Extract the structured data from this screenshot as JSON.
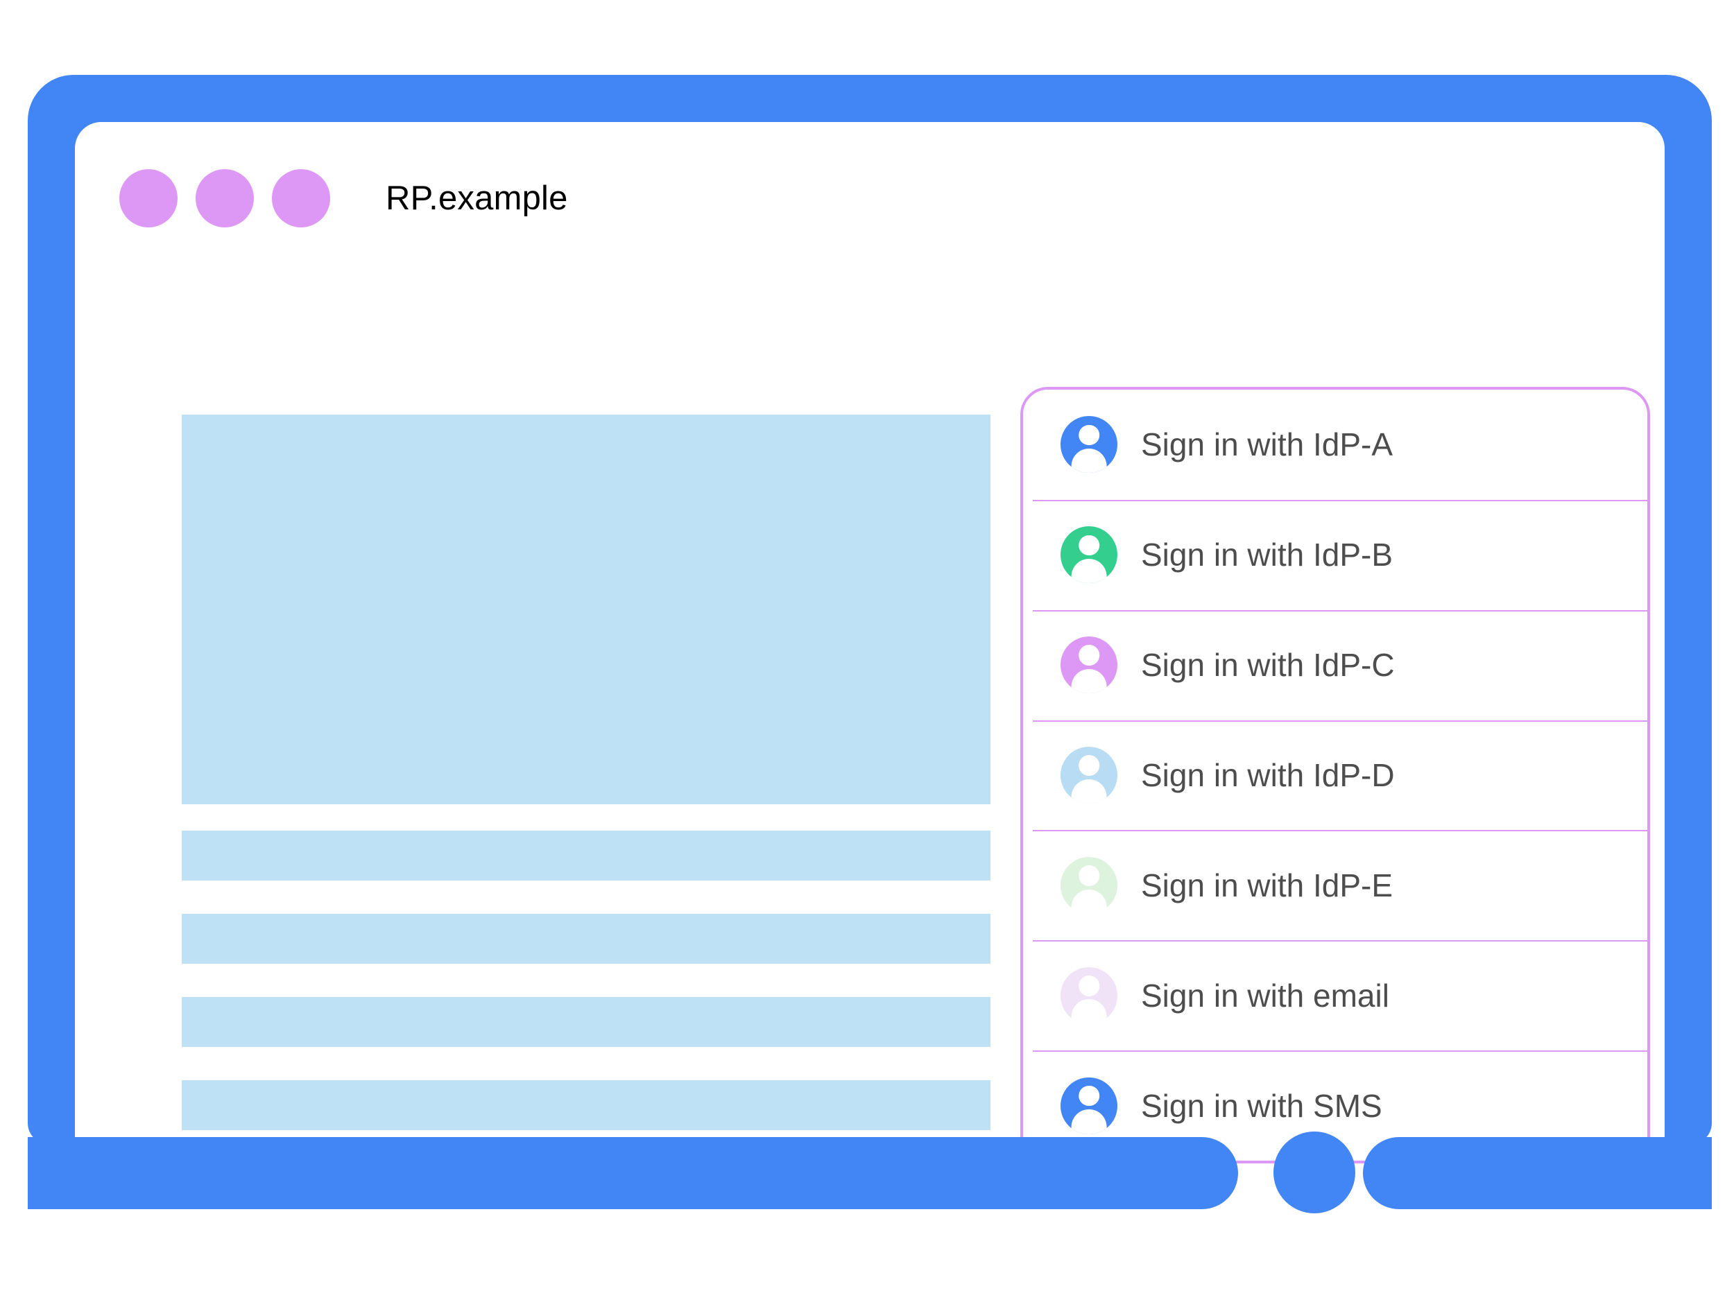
{
  "window": {
    "title": "RP.example",
    "frame_color": "#4285f4",
    "dot_color": "#dd98f5",
    "dots": [
      "window-dot-1",
      "window-dot-2",
      "window-dot-3"
    ],
    "home_button_label": "home-button"
  },
  "content_placeholders": [
    {
      "name": "hero-placeholder",
      "kind": "hero",
      "color": "#bfe1f6"
    },
    {
      "name": "text-placeholder-1",
      "kind": "bar",
      "color": "#bfe1f6"
    },
    {
      "name": "text-placeholder-2",
      "kind": "bar",
      "color": "#bfe1f6"
    },
    {
      "name": "text-placeholder-3",
      "kind": "bar",
      "color": "#bfe1f6"
    },
    {
      "name": "text-placeholder-4",
      "kind": "bar",
      "color": "#bfe1f6"
    }
  ],
  "chooser": {
    "border_color": "#dd98f5",
    "divider_color": "#dd98f5",
    "label_color": "#4d4d4d",
    "accounts": [
      {
        "label": "Sign in with IdP-A",
        "icon": "account-avatar-icon",
        "color": "#4285f4"
      },
      {
        "label": "Sign in with IdP-B",
        "icon": "account-avatar-icon",
        "color": "#34ce8f"
      },
      {
        "label": "Sign in with IdP-C",
        "icon": "account-avatar-icon",
        "color": "#dd98f5"
      },
      {
        "label": "Sign in with IdP-D",
        "icon": "account-avatar-icon",
        "color": "#b8dcf4"
      },
      {
        "label": "Sign in with IdP-E",
        "icon": "account-avatar-icon",
        "color": "#ddf3dd"
      },
      {
        "label": "Sign in with email",
        "icon": "account-avatar-icon",
        "color": "#f0e2f7"
      },
      {
        "label": "Sign in with SMS",
        "icon": "account-avatar-icon",
        "color": "#4285f4"
      }
    ]
  }
}
